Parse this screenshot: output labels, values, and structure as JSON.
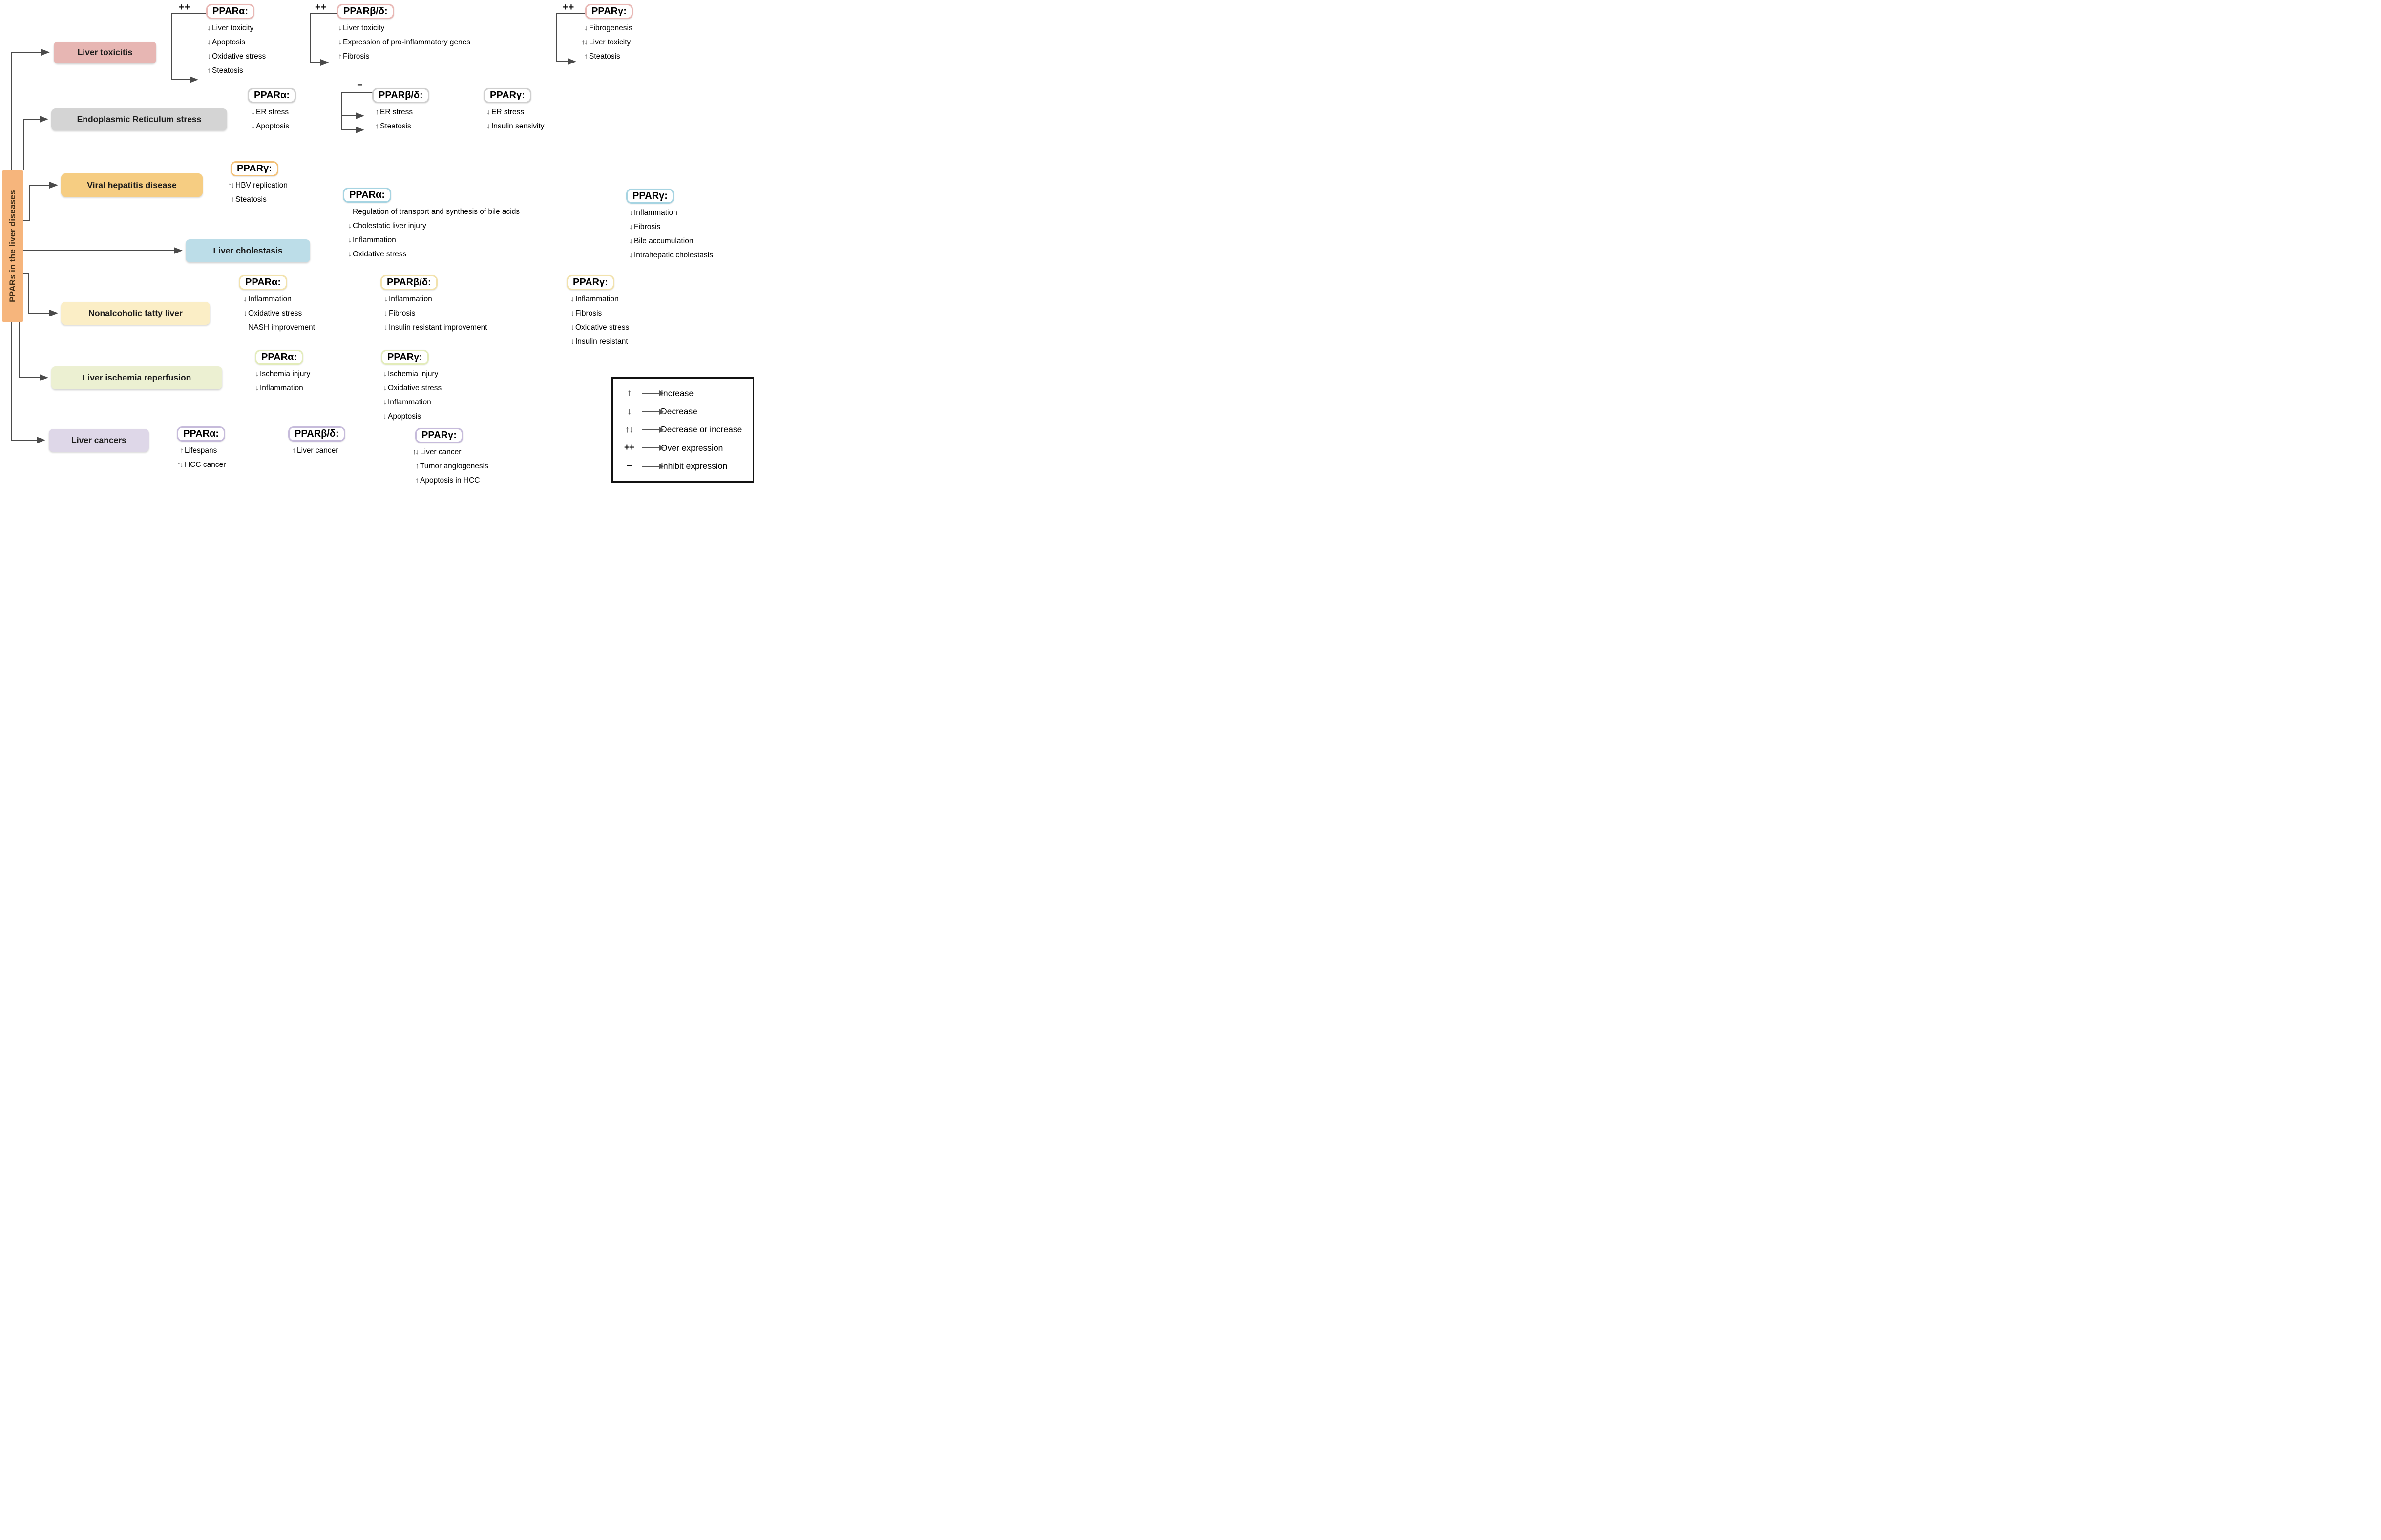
{
  "sidebar": {
    "label": "PPARs in the liver diseases"
  },
  "diseases": [
    {
      "label": "Liver toxicitis"
    },
    {
      "label": "Endoplasmic Reticulum stress"
    },
    {
      "label": "Viral hepatitis disease"
    },
    {
      "label": "Liver cholestasis"
    },
    {
      "label": "Nonalcoholic fatty liver"
    },
    {
      "label": "Liver ischemia reperfusion"
    },
    {
      "label": "Liver cancers"
    }
  ],
  "prefixes": {
    "overexpression": "++",
    "inhibit": "−"
  },
  "blocks": [
    {
      "title": "PPARα:",
      "items": [
        {
          "arrow": "↓",
          "text": "Liver toxicity"
        },
        {
          "arrow": "↓",
          "text": "Apoptosis"
        },
        {
          "arrow": "↓",
          "text": "Oxidative stress"
        },
        {
          "arrow": "↑",
          "text": "Steatosis"
        }
      ]
    },
    {
      "title": "PPARβ/δ:",
      "items": [
        {
          "arrow": "↓",
          "text": "Liver toxicity"
        },
        {
          "arrow": "↓",
          "text": "Expression of pro-inflammatory genes"
        },
        {
          "arrow": "↑",
          "text": "Fibrosis"
        }
      ]
    },
    {
      "title": "PPARγ:",
      "items": [
        {
          "arrow": "↓",
          "text": "Fibrogenesis"
        },
        {
          "arrow": "↑↓",
          "text": "Liver toxicity"
        },
        {
          "arrow": "↑",
          "text": "Steatosis"
        }
      ]
    },
    {
      "title": "PPARα:",
      "items": [
        {
          "arrow": "↓",
          "text": "ER stress"
        },
        {
          "arrow": "↓",
          "text": "Apoptosis"
        }
      ]
    },
    {
      "title": "PPARβ/δ:",
      "items": [
        {
          "arrow": "↑",
          "text": "ER stress"
        },
        {
          "arrow": "↑",
          "text": "Steatosis"
        }
      ]
    },
    {
      "title": "PPARγ:",
      "items": [
        {
          "arrow": "↓",
          "text": "ER stress"
        },
        {
          "arrow": "↓",
          "text": "Insulin sensivity"
        }
      ]
    },
    {
      "title": "PPARγ:",
      "items": [
        {
          "arrow": "↑↓",
          "text": "HBV replication"
        },
        {
          "arrow": "↑",
          "text": "Steatosis"
        }
      ]
    },
    {
      "title": "PPARα:",
      "items": [
        {
          "arrow": "",
          "text": "Regulation of transport and synthesis of bile acids"
        },
        {
          "arrow": "↓",
          "text": "Cholestatic liver injury"
        },
        {
          "arrow": "↓",
          "text": "Inflammation"
        },
        {
          "arrow": "↓",
          "text": "Oxidative stress"
        }
      ]
    },
    {
      "title": "PPARγ:",
      "items": [
        {
          "arrow": "↓",
          "text": "Inflammation"
        },
        {
          "arrow": "↓",
          "text": "Fibrosis"
        },
        {
          "arrow": "↓",
          "text": "Bile accumulation"
        },
        {
          "arrow": "↓",
          "text": "Intrahepatic cholestasis"
        }
      ]
    },
    {
      "title": "PPARα:",
      "items": [
        {
          "arrow": "↓",
          "text": "Inflammation"
        },
        {
          "arrow": "↓",
          "text": "Oxidative stress"
        },
        {
          "arrow": "",
          "text": "NASH improvement"
        }
      ]
    },
    {
      "title": "PPARβ/δ:",
      "items": [
        {
          "arrow": "↓",
          "text": "Inflammation"
        },
        {
          "arrow": "↓",
          "text": "Fibrosis"
        },
        {
          "arrow": "↓",
          "text": "Insulin resistant improvement"
        }
      ]
    },
    {
      "title": "PPARγ:",
      "items": [
        {
          "arrow": "↓",
          "text": "Inflammation"
        },
        {
          "arrow": "↓",
          "text": "Fibrosis"
        },
        {
          "arrow": "↓",
          "text": "Oxidative stress"
        },
        {
          "arrow": "↓",
          "text": "Insulin resistant"
        }
      ]
    },
    {
      "title": "PPARα:",
      "items": [
        {
          "arrow": "↓",
          "text": "Ischemia injury"
        },
        {
          "arrow": "↓",
          "text": "Inflammation"
        }
      ]
    },
    {
      "title": "PPARγ:",
      "items": [
        {
          "arrow": "↓",
          "text": "Ischemia injury"
        },
        {
          "arrow": "↓",
          "text": "Oxidative stress"
        },
        {
          "arrow": "↓",
          "text": "Inflammation"
        },
        {
          "arrow": "↓",
          "text": "Apoptosis"
        }
      ]
    },
    {
      "title": "PPARα:",
      "items": [
        {
          "arrow": "↑",
          "text": "Lifespans"
        },
        {
          "arrow": "↑↓",
          "text": "HCC cancer"
        }
      ]
    },
    {
      "title": "PPARβ/δ:",
      "items": [
        {
          "arrow": "↑",
          "text": "Liver cancer"
        }
      ]
    },
    {
      "title": "PPARγ:",
      "items": [
        {
          "arrow": "↑↓",
          "text": "Liver cancer"
        },
        {
          "arrow": "↑",
          "text": "Tumor angiogenesis"
        },
        {
          "arrow": "↑",
          "text": "Apoptosis in HCC"
        }
      ]
    }
  ],
  "legend": {
    "items": [
      {
        "symbol": "↑",
        "label": "Increase"
      },
      {
        "symbol": "↓",
        "label": "Decrease"
      },
      {
        "symbol": "↑↓",
        "label": "Decrease or increase"
      },
      {
        "symbol": "++",
        "label": "Over expression"
      },
      {
        "symbol": "−",
        "label": "Inhibit expression"
      }
    ]
  },
  "colors": {
    "sidebar": "#f6b57c",
    "toxicity": "#e7b6b3",
    "er_stress": "#d4d4d4",
    "viral": "#f6cd82",
    "cholestasis": "#bcdde8",
    "nafl": "#fbeec6",
    "ischemia": "#ecf0d2",
    "cancer": "#ded7e8",
    "arrow": "#4a4a4a"
  }
}
